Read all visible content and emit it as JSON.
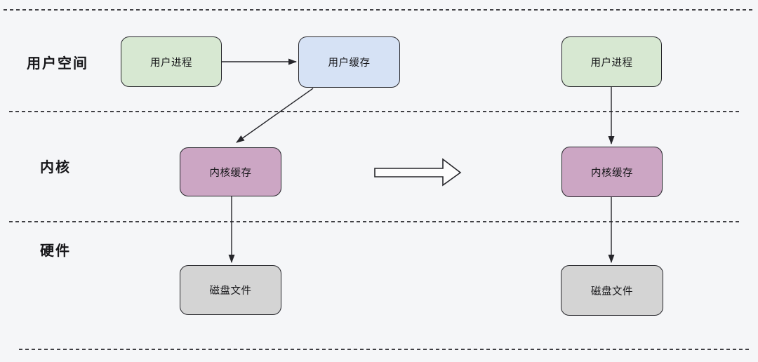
{
  "layers": [
    {
      "label": "用户空间"
    },
    {
      "label": "内核"
    },
    {
      "label": "硬件"
    }
  ],
  "before": {
    "user_process": "用户进程",
    "user_buffer": "用户缓存",
    "kernel_buffer": "内核缓存",
    "disk_file": "磁盘文件"
  },
  "after": {
    "user_process": "用户进程",
    "kernel_buffer": "内核缓存",
    "disk_file": "磁盘文件"
  },
  "colors": {
    "background": "#f5f6f8",
    "node_user_process": "#d7e8d2",
    "node_user_buffer": "#d6e2f5",
    "node_kernel_buffer": "#cca6c4",
    "node_disk_file": "#d4d4d4",
    "stroke": "#26262b",
    "transition_arrow_fill": "#fdfdfd"
  }
}
